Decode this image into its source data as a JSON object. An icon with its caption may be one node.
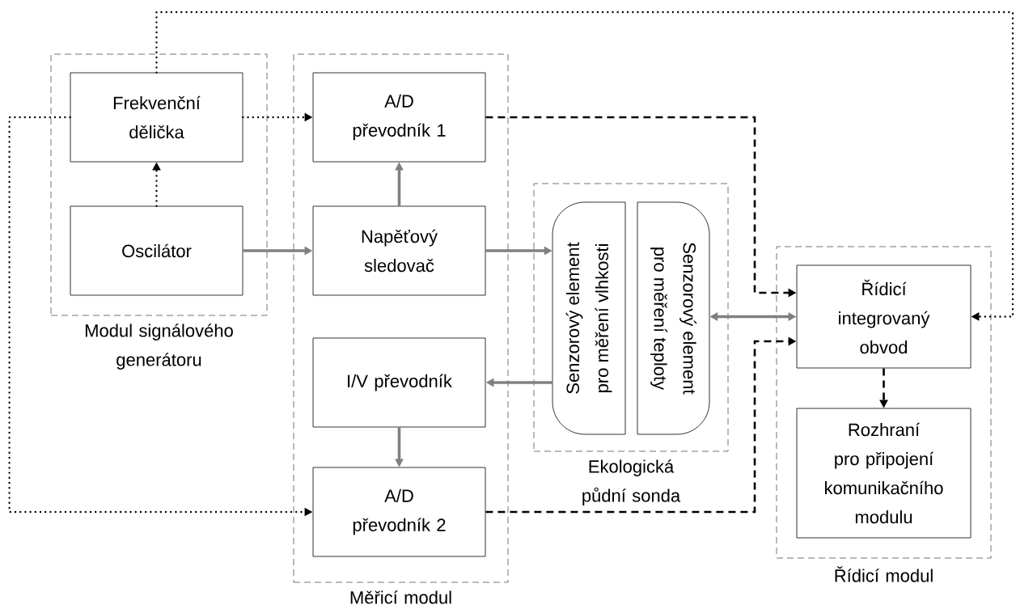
{
  "diagram": {
    "nodes": [
      {
        "text": [
          "Modul signálového generátoru"
        ]
      },
      {
        "text": [
          "Frekvenční dělička"
        ],
        "in": 0
      },
      {
        "text": [
          "Oscilátor"
        ],
        "in": 0
      },
      {
        "text": [
          "Měřicí modul"
        ]
      },
      {
        "text": [
          "A/D převodník 1"
        ],
        "in": 3
      },
      {
        "text": [
          "Napěťový sledovač"
        ],
        "in": 3
      },
      {
        "text": [
          "I/V převodník"
        ],
        "in": 3
      },
      {
        "text": [
          "A/D převodník 2"
        ],
        "in": 3
      },
      {
        "text": [
          "Ekologická půdní sonda"
        ]
      },
      {
        "text": [
          "Senzorový element pro měření vlhkosti"
        ],
        "in": 8
      },
      {
        "text": [
          "Senzorový element pro měření teploty"
        ],
        "in": 8
      },
      {
        "text": [
          "Řídicí modul"
        ]
      },
      {
        "text": [
          "Řídicí integrovaný obvod"
        ],
        "in": 11
      },
      {
        "text": [
          "Rozhraní pro připojení komunikačního modulu"
        ],
        "in": 11
      }
    ],
    "edges": [
      {
        "from": 1,
        "to": 4,
        "arrow": "to",
        "style": "dashed"
      },
      {
        "from": 2,
        "to": 1,
        "arrow": "to",
        "style": "dashed"
      },
      {
        "from": 1,
        "to": 7,
        "arrow": "to",
        "style": "dashed"
      },
      {
        "from": 1,
        "to": 12,
        "arrow": "to",
        "style": "dashed"
      },
      {
        "from": 2,
        "to": 5,
        "arrow": "to",
        "color": "#808080"
      },
      {
        "from": 5,
        "to": 4,
        "arrow": "to",
        "color": "#808080"
      },
      {
        "from": 5,
        "to": 9,
        "arrow": "to",
        "color": "#808080"
      },
      {
        "from": 9,
        "to": 6,
        "arrow": "to",
        "color": "#808080"
      },
      {
        "from": 6,
        "to": 7,
        "arrow": "to",
        "color": "#808080"
      },
      {
        "from": 10,
        "to": 12,
        "arrow": "both",
        "color": "#808080"
      },
      {
        "from": 4,
        "to": 12,
        "arrow": "to",
        "style": "dashed"
      },
      {
        "from": 7,
        "to": 12,
        "arrow": "to",
        "style": "dashed"
      },
      {
        "from": 12,
        "to": 13,
        "arrow": "to",
        "style": "dashed"
      }
    ]
  }
}
